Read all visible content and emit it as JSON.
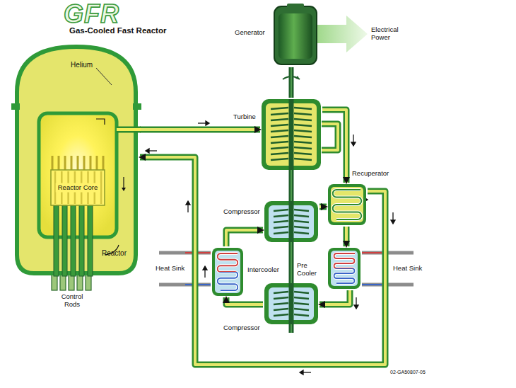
{
  "diagram": {
    "title": "GFR",
    "nodes": [
      {
        "text": [
          "Helium",
          "Reactor"
        ]
      },
      {
        "text": [
          "Reactor Core"
        ],
        "in": 0
      },
      {
        "text": [
          "Generator"
        ]
      },
      {
        "text": [
          "Turbine"
        ]
      },
      {
        "text": [
          "Recuperator"
        ]
      },
      {
        "text": [
          "Compressor"
        ]
      },
      {
        "text": [
          "Intercooler"
        ]
      },
      {
        "text": [
          "Pre Cooler"
        ]
      },
      {
        "text": [
          "Compressor"
        ]
      }
    ],
    "edges": [
      {
        "from": 0,
        "to": 3,
        "arrow": "to"
      },
      {
        "from": 3,
        "to": 2,
        "arrow": "none"
      },
      {
        "from": 3,
        "to": 4,
        "arrow": "to"
      },
      {
        "from": 4,
        "to": 7,
        "arrow": "to"
      },
      {
        "from": 7,
        "to": 8,
        "arrow": "to"
      },
      {
        "from": 8,
        "to": 6,
        "arrow": "to"
      },
      {
        "from": 6,
        "to": 5,
        "arrow": "to"
      },
      {
        "from": 5,
        "to": 4,
        "arrow": "to"
      },
      {
        "from": 4,
        "to": 0,
        "arrow": "to"
      }
    ],
    "labels": [
      "Gas-Cooled Fast Reactor",
      "Electrical Power",
      "Control Rods",
      "Heat Sink",
      "Heat Sink",
      "02-GA50807-05"
    ]
  }
}
